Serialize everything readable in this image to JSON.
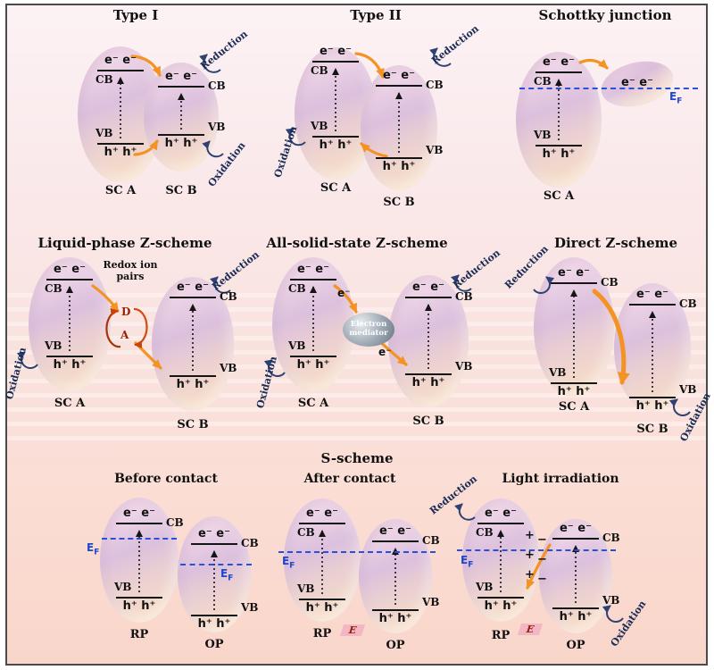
{
  "titles": {
    "type1": "Type I",
    "type2": "Type II",
    "schottky": "Schottky junction",
    "liquid_z": "Liquid-phase Z-scheme",
    "solid_z": "All-solid-state Z-scheme",
    "direct_z": "Direct Z-scheme",
    "s_scheme": "S-scheme",
    "before_contact": "Before contact",
    "after_contact": "After contact",
    "light_irradiation": "Light irradiation"
  },
  "common": {
    "cb": "CB",
    "vb": "VB",
    "electrons": "e⁻ e⁻",
    "holes": "h⁺ h⁺",
    "electron": "e⁻",
    "sc_a": "SC A",
    "sc_b": "SC B",
    "rp": "RP",
    "op": "OP",
    "reduction": "Reduction",
    "oxidation": "Oxidation",
    "ef_e": "E",
    "ef_f": "F",
    "efield": "E",
    "plus": "+",
    "minus": "−"
  },
  "labels": {
    "redox_line1": "Redox ion",
    "redox_line2": "pairs",
    "donor": "D",
    "acceptor": "A",
    "mediator_line1": "Electron",
    "mediator_line2": "mediator"
  },
  "colors": {
    "orange_arrow": "#f39324",
    "blue_arrow": "#2e4172",
    "fermi_blue": "#2b50d8",
    "redox_red": "#9c1f06",
    "ellipse_purple": "#dcc0dd",
    "ellipse_peach": "#f9e0c5",
    "background_pink": "#fae9eb",
    "mediator_gray": "#8a96a2"
  }
}
